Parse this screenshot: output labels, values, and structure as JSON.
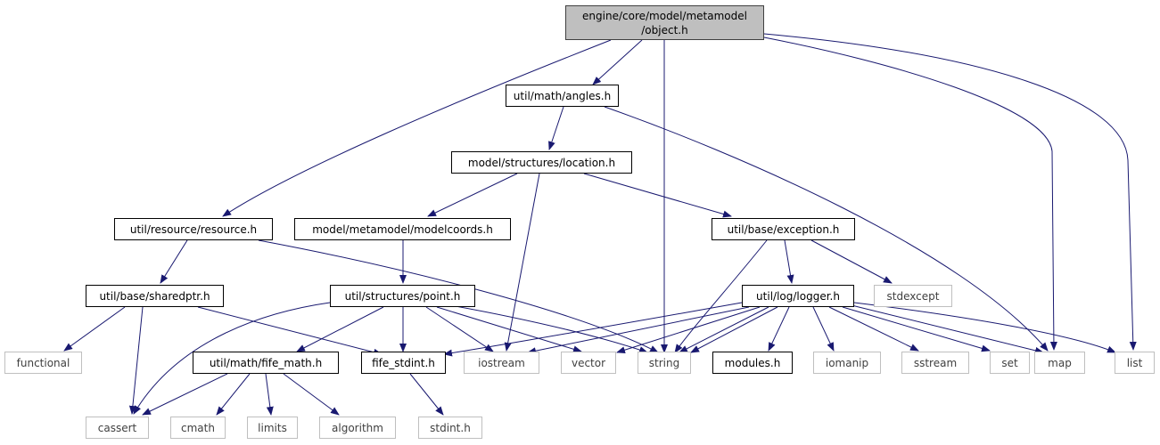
{
  "colors": {
    "edge": "#191970",
    "system_border": "#bfbfbf",
    "root_fill": "#bfbfbf"
  },
  "nodes": {
    "object_h": {
      "line1": "engine/core/model/metamodel",
      "line2": "/object.h"
    },
    "angles_h": "util/math/angles.h",
    "location_h": "model/structures/location.h",
    "resource_h": "util/resource/resource.h",
    "modelcoords_h": "model/metamodel/modelcoords.h",
    "exception_h": "util/base/exception.h",
    "sharedptr_h": "util/base/sharedptr.h",
    "point_h": "util/structures/point.h",
    "logger_h": "util/log/logger.h",
    "stdexcept": "stdexcept",
    "functional": "functional",
    "fife_math_h": "util/math/fife_math.h",
    "fife_stdint_h": "fife_stdint.h",
    "iostream": "iostream",
    "vector": "vector",
    "string": "string",
    "modules_h": "modules.h",
    "iomanip": "iomanip",
    "sstream": "sstream",
    "set": "set",
    "map": "map",
    "list": "list",
    "cassert": "cassert",
    "cmath": "cmath",
    "limits": "limits",
    "algorithm": "algorithm",
    "stdint_h": "stdint.h"
  }
}
